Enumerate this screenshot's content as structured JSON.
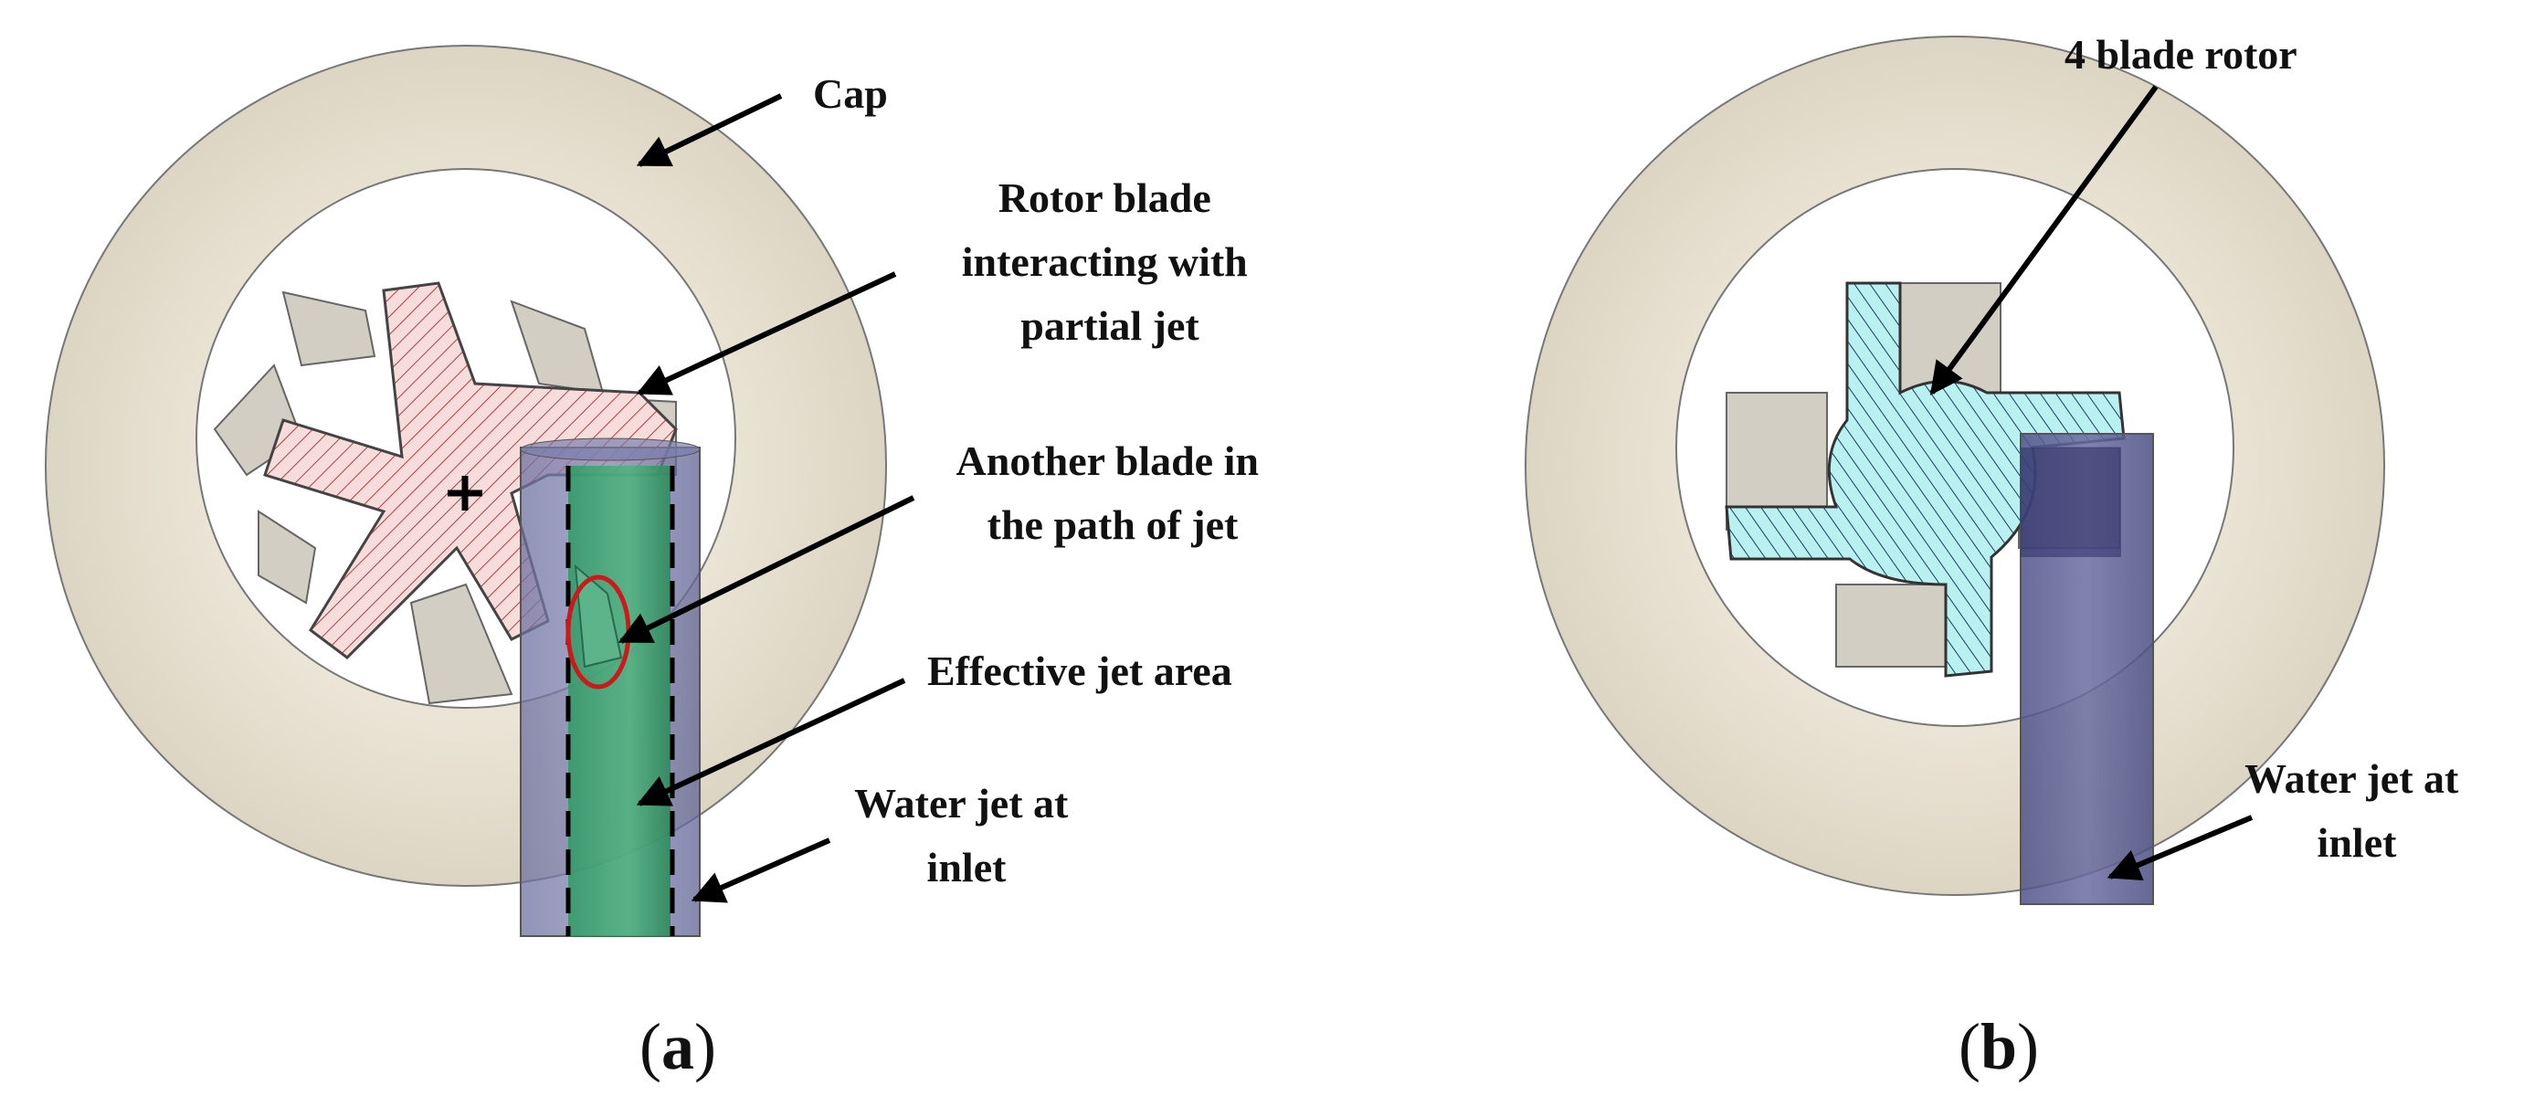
{
  "panel_a": {
    "caption_letter": "a",
    "labels": {
      "cap": "Cap",
      "rotor_blade": [
        "Rotor blade",
        "interacting with",
        "partial jet"
      ],
      "another_blade": [
        "Another blade in",
        "the path of jet"
      ],
      "effective_jet": "Effective jet area",
      "water_jet": [
        "Water jet at",
        "inlet"
      ]
    }
  },
  "panel_b": {
    "caption_letter": "b",
    "labels": {
      "rotor": "4 blade rotor",
      "water_jet": [
        "Water jet at",
        "inlet"
      ]
    }
  },
  "colors": {
    "cap": "#e3dccb",
    "rotor_a_hatch": "#f7dcdc",
    "rotor_b_hatch": "#b9f0f0",
    "water_jet": "#585b8f",
    "effective_jet": "#1f8a57"
  }
}
